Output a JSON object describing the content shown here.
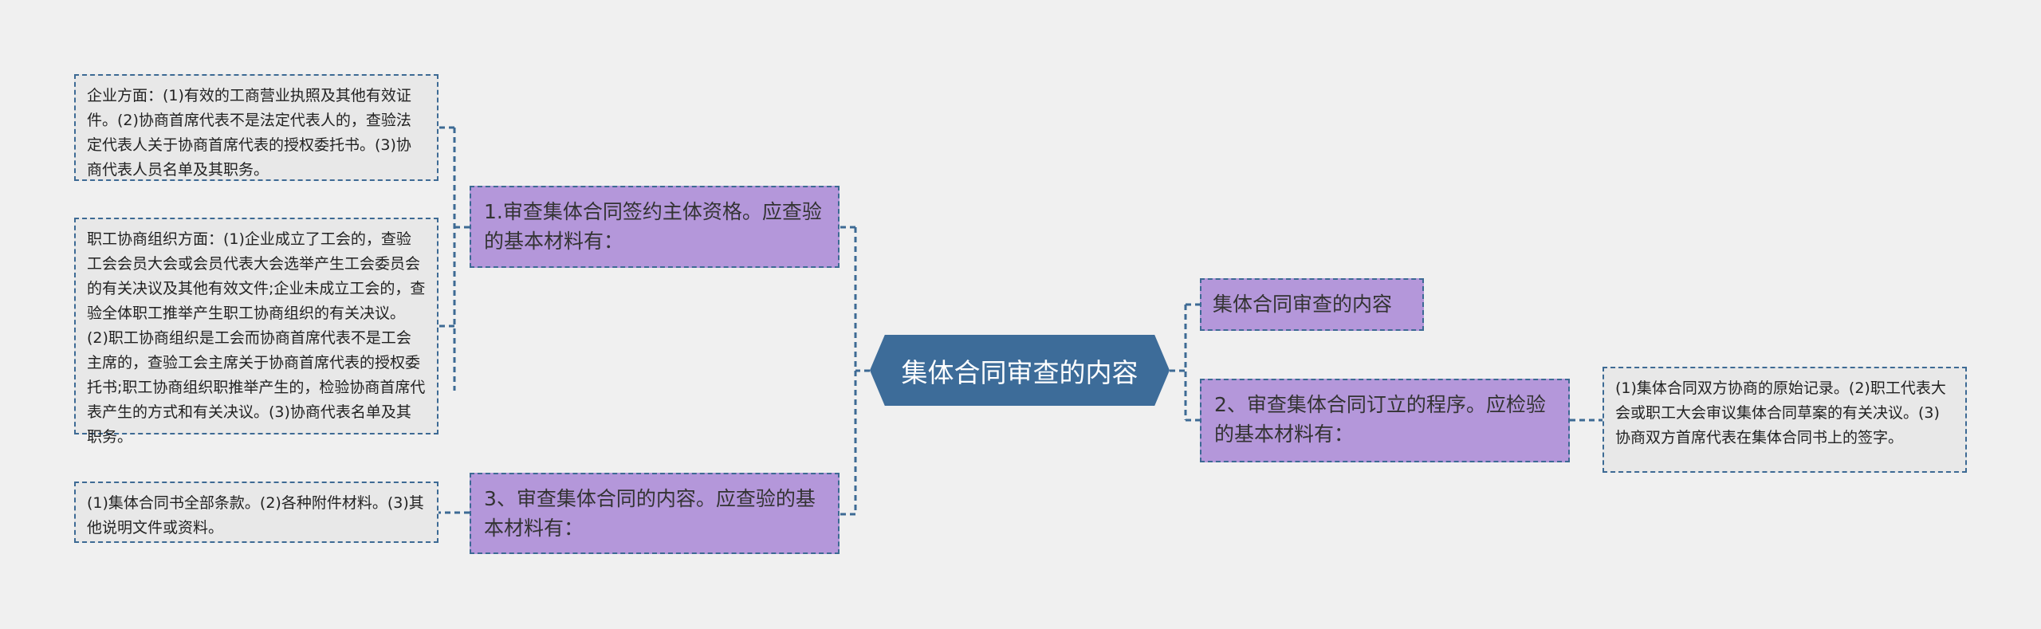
{
  "center": {
    "title": "集体合同审查的内容"
  },
  "left_branches": [
    {
      "label": "1.审查集体合同签约主体资格。应查验的基本材料有：",
      "leaves": [
        "企业方面：(1)有效的工商营业执照及其他有效证件。(2)协商首席代表不是法定代表人的，查验法定代表人关于协商首席代表的授权委托书。(3)协商代表人员名单及其职务。",
        "职工协商组织方面：(1)企业成立了工会的，查验工会会员大会或会员代表大会选举产生工会委员会的有关决议及其他有效文件;企业未成立工会的，查验全体职工推举产生职工协商组织的有关决议。(2)职工协商组织是工会而协商首席代表不是工会主席的，查验工会主席关于协商首席代表的授权委托书;职工协商组织职推举产生的，检验协商首席代表产生的方式和有关决议。(3)协商代表名单及其职务。"
      ]
    },
    {
      "label": "3、审查集体合同的内容。应查验的基本材料有：",
      "leaves": [
        "(1)集体合同书全部条款。(2)各种附件材料。(3)其他说明文件或资料。"
      ]
    }
  ],
  "right_branches": [
    {
      "label": "集体合同审查的内容"
    },
    {
      "label": "2、审查集体合同订立的程序。应检验的基本材料有：",
      "leaves": [
        "(1)集体合同双方协商的原始记录。(2)职工代表大会或职工大会审议集体合同草案的有关决议。(3)协商双方首席代表在集体合同书上的签字。"
      ]
    }
  ],
  "colors": {
    "center": "#3d6c99",
    "branch": "#b497da",
    "leaf": "#e8e8e8",
    "line": "#3d6a94"
  }
}
